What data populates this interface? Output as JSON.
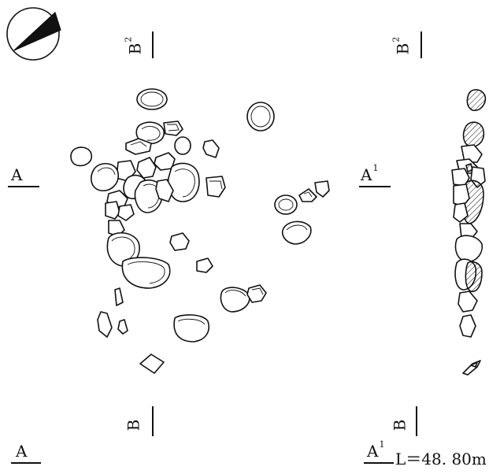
{
  "section_labels": {
    "a_left": "A",
    "a1_mid": "A",
    "a1_mid_sup": "1",
    "b2_top_left": "B",
    "b2_top_left_sup": "2",
    "b2_top_right": "B",
    "b2_top_right_sup": "2",
    "b_bottom_left": "B",
    "b_bottom_right": "B",
    "a_bottom_left": "A",
    "a1_bottom_right": "A",
    "a1_bottom_right_sup": "1"
  },
  "elevation": "L＝48. 80m",
  "north_arrow": "north-arrow-icon"
}
